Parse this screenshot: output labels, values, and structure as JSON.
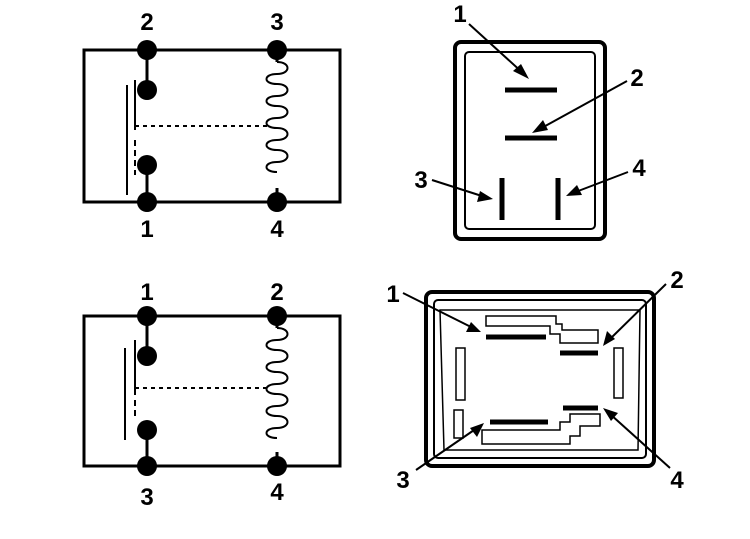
{
  "colors": {
    "ink": "#000000",
    "paper": "#ffffff"
  },
  "diagrams": [
    {
      "schematic": {
        "top_left_pin": "2",
        "top_right_pin": "3",
        "bottom_left_pin": "1",
        "bottom_right_pin": "4"
      },
      "connector": {
        "callouts": [
          "1",
          "2",
          "3",
          "4"
        ]
      }
    },
    {
      "schematic": {
        "top_left_pin": "1",
        "top_right_pin": "2",
        "bottom_left_pin": "3",
        "bottom_right_pin": "4"
      },
      "connector": {
        "callouts": [
          "1",
          "2",
          "3",
          "4"
        ]
      }
    }
  ]
}
